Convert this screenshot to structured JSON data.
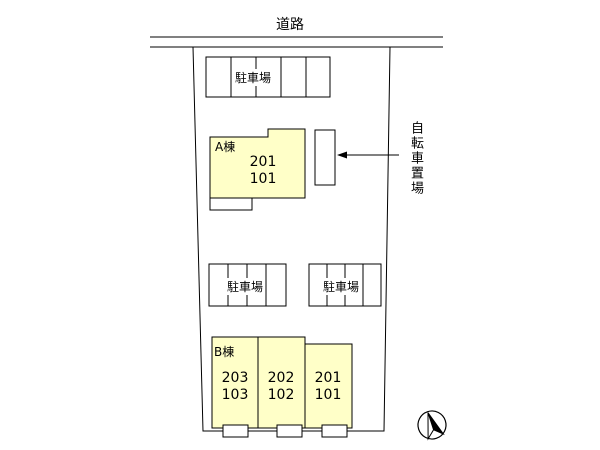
{
  "colors": {
    "building_fill": "#FFFFC8",
    "line": "#000000",
    "background": "#FFFFFF"
  },
  "road": {
    "label": "道路"
  },
  "parking_top": {
    "label": "駐車場"
  },
  "parking_mid_left": {
    "label": "駐車場"
  },
  "parking_mid_right": {
    "label": "駐車場"
  },
  "building_a": {
    "label": "A棟",
    "unit": {
      "upper": "201",
      "lower": "101"
    }
  },
  "bicycle": {
    "label": "自転車置場"
  },
  "building_b": {
    "label": "B棟",
    "units": [
      {
        "upper": "203",
        "lower": "103"
      },
      {
        "upper": "202",
        "lower": "102"
      },
      {
        "upper": "201",
        "lower": "101"
      }
    ]
  },
  "icons": {
    "compass": "north-arrow-icon"
  }
}
